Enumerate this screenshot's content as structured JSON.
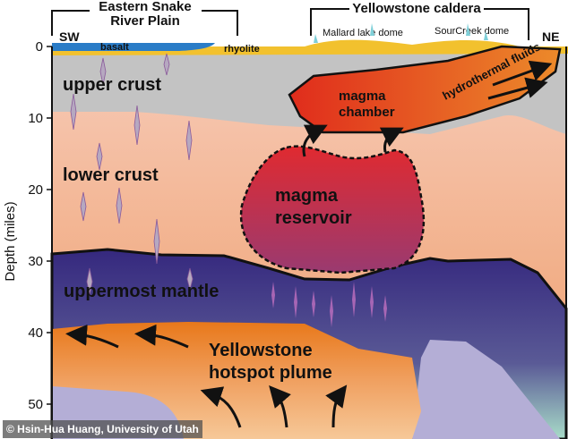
{
  "title": "Yellowstone cross-section",
  "regions": {
    "left_region": {
      "line1": "Eastern Snake",
      "line2": "River Plain"
    },
    "right_region": "Yellowstone caldera"
  },
  "directions": {
    "left": "SW",
    "right": "NE"
  },
  "surface_labels": {
    "basalt": "basalt",
    "rhyolite": "rhyolite",
    "mallard": "Mallard lake dome",
    "sourcreek": "SourCreek dome"
  },
  "layers": {
    "upper_crust": "upper crust",
    "lower_crust": "lower crust",
    "uppermost_mantle": "uppermost mantle",
    "plume_line1": "Yellowstone",
    "plume_line2": "hotspot plume"
  },
  "features": {
    "chamber_line1": "magma",
    "chamber_line2": "chamber",
    "reservoir_line1": "magma",
    "reservoir_line2": "reservoir",
    "fluids": "hydrothermal fluids"
  },
  "axis": {
    "label": "Depth (miles)",
    "ticks": [
      "0",
      "10",
      "20",
      "30",
      "40",
      "50"
    ]
  },
  "credit": "© Hsin-Hua Huang, University of Utah",
  "colors": {
    "basalt": "#2a7cc7",
    "rhyolite": "#f2c12e",
    "upper_crust": "#c3c3c3",
    "lower_crust": "#f0a878",
    "mantle": "#3d3585",
    "plume": "#e8801e",
    "chamber": "#e24a1c",
    "reservoir": "#c8304a"
  }
}
